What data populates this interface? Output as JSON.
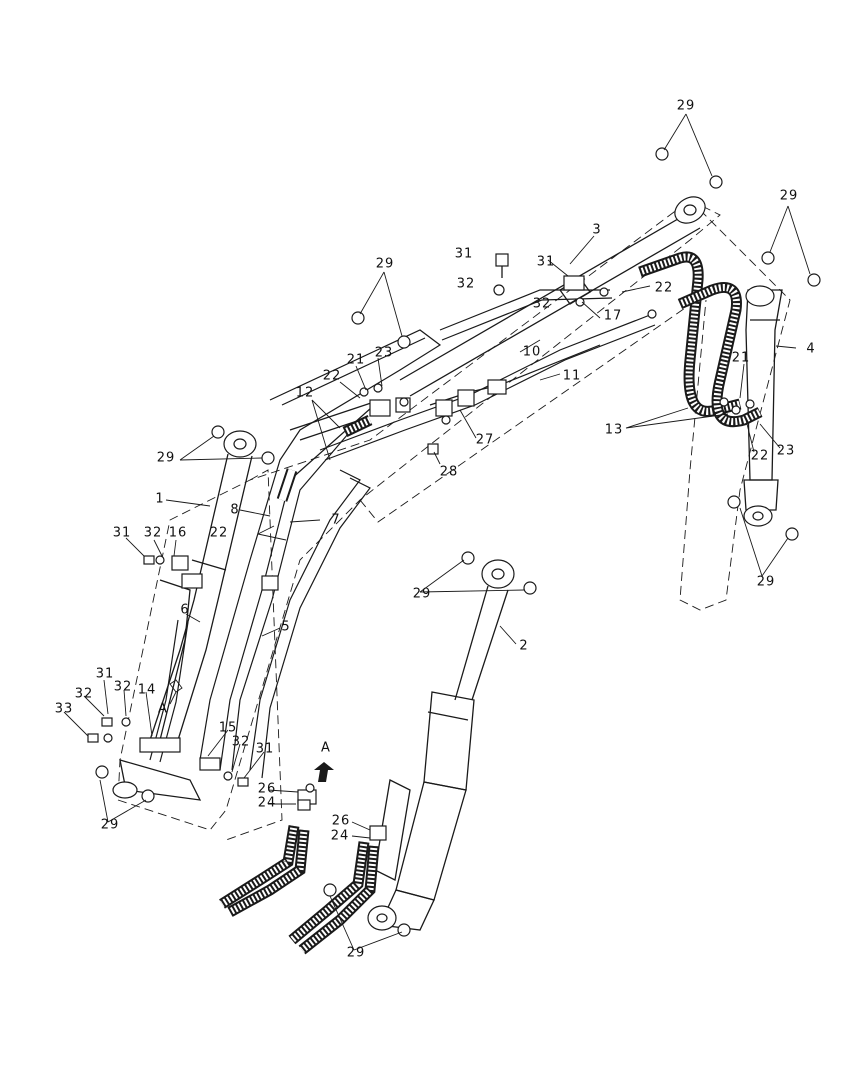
{
  "diagram": {
    "callouts": [
      {
        "id": "c29-top",
        "text": "29"
      },
      {
        "id": "c3",
        "text": "3"
      },
      {
        "id": "c29-right",
        "text": "29"
      },
      {
        "id": "c31-a",
        "text": "31"
      },
      {
        "id": "c31-b",
        "text": "31"
      },
      {
        "id": "c32-a",
        "text": "32"
      },
      {
        "id": "c22-a",
        "text": "22"
      },
      {
        "id": "c32-b",
        "text": "32"
      },
      {
        "id": "c17",
        "text": "17"
      },
      {
        "id": "c4",
        "text": "4"
      },
      {
        "id": "c29-left-top",
        "text": "29"
      },
      {
        "id": "c21-a",
        "text": "21"
      },
      {
        "id": "c23-a",
        "text": "23"
      },
      {
        "id": "c22-b",
        "text": "22"
      },
      {
        "id": "c10",
        "text": "10"
      },
      {
        "id": "c11",
        "text": "11"
      },
      {
        "id": "c21-b",
        "text": "21"
      },
      {
        "id": "c12",
        "text": "12"
      },
      {
        "id": "c13",
        "text": "13"
      },
      {
        "id": "c27",
        "text": "27"
      },
      {
        "id": "c22-c",
        "text": "22"
      },
      {
        "id": "c23-b",
        "text": "23"
      },
      {
        "id": "c29-left",
        "text": "29"
      },
      {
        "id": "c28",
        "text": "28"
      },
      {
        "id": "c1",
        "text": "1"
      },
      {
        "id": "c8",
        "text": "8"
      },
      {
        "id": "c7",
        "text": "7"
      },
      {
        "id": "c22-d",
        "text": "22"
      },
      {
        "id": "c31-c",
        "text": "31"
      },
      {
        "id": "c32-c",
        "text": "32"
      },
      {
        "id": "c16",
        "text": "16"
      },
      {
        "id": "c29-mid",
        "text": "29"
      },
      {
        "id": "c29-right-low",
        "text": "29"
      },
      {
        "id": "c6",
        "text": "6"
      },
      {
        "id": "c5",
        "text": "5"
      },
      {
        "id": "c2",
        "text": "2"
      },
      {
        "id": "c31-d",
        "text": "31"
      },
      {
        "id": "c32-d",
        "text": "32"
      },
      {
        "id": "c14",
        "text": "14"
      },
      {
        "id": "c32-e",
        "text": "32"
      },
      {
        "id": "c33",
        "text": "33"
      },
      {
        "id": "cA-1",
        "text": "A"
      },
      {
        "id": "c15",
        "text": "15"
      },
      {
        "id": "c32-f",
        "text": "32"
      },
      {
        "id": "c31-e",
        "text": "31"
      },
      {
        "id": "cA-2",
        "text": "A"
      },
      {
        "id": "c26-a",
        "text": "26"
      },
      {
        "id": "c24-a",
        "text": "24"
      },
      {
        "id": "c29-bl",
        "text": "29"
      },
      {
        "id": "c26-b",
        "text": "26"
      },
      {
        "id": "c24-b",
        "text": "24"
      },
      {
        "id": "c29-bottom",
        "text": "29"
      }
    ]
  }
}
